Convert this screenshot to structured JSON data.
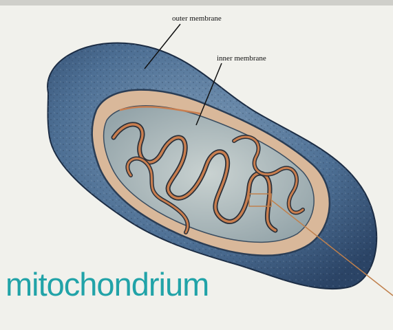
{
  "labels": {
    "outer_membrane": "outer membrane",
    "inner_membrane": "inner membrane"
  },
  "title": "mitochondrium",
  "colors": {
    "background": "#f1f1ec",
    "outer_membrane": "#3d5f86",
    "matrix": "#aab7b9",
    "cristae": "#c97e4f",
    "title": "#21a3a8",
    "pointer_line": "#c0804c"
  }
}
